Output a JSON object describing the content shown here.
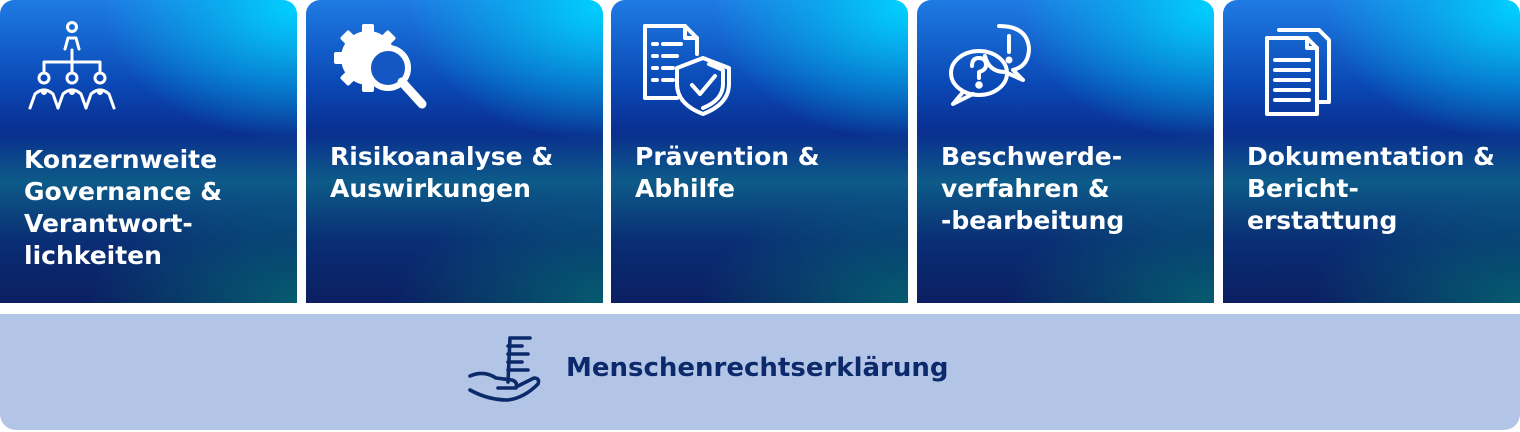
{
  "pillars": [
    {
      "label": "Konzernweite\nGovernance &\nVerantwort-\nlichkeiten",
      "icon": "org-chart-icon"
    },
    {
      "label": "Risikoanalyse &\nAuswirkungen",
      "icon": "gear-magnifier-icon"
    },
    {
      "label": "Prävention &\nAbhilfe",
      "icon": "document-shield-icon"
    },
    {
      "label": "Beschwerde-\nverfahren &\n-bearbeitung",
      "icon": "speech-bubbles-icon"
    },
    {
      "label": "Dokumentation &\nBericht-\nerstattung",
      "icon": "documents-icon"
    }
  ],
  "foundation": {
    "label": "Menschenrechtserklärung",
    "icon": "hand-document-icon"
  },
  "colors": {
    "tile_dark": "#0b1f62",
    "tile_accent": "#00d0ff",
    "foundation_bg": "#b3c5e6",
    "foundation_text": "#0c2a6b"
  }
}
